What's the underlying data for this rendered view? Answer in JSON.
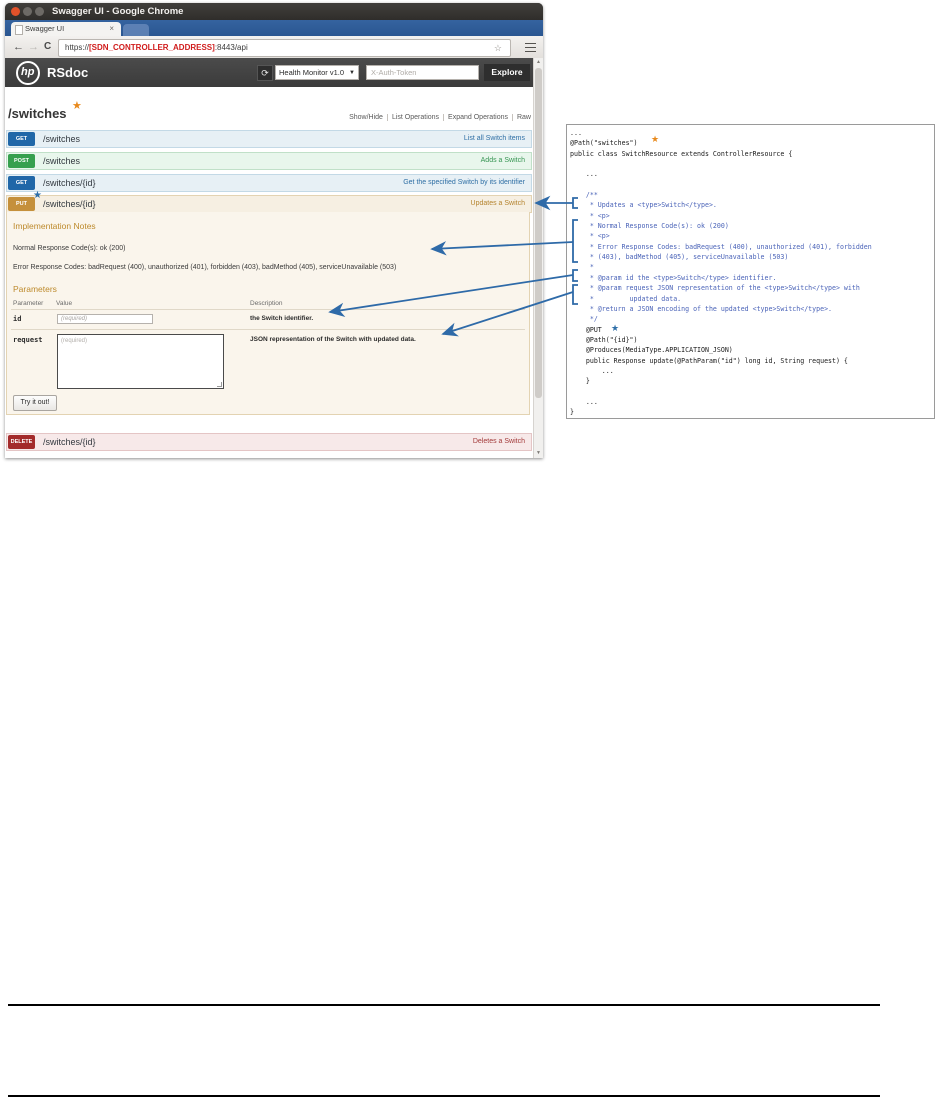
{
  "window": {
    "title": "Swagger UI - Google Chrome",
    "buttons": {
      "close": "close-button",
      "minimize": "minimize-button",
      "maximize": "maximize-button"
    }
  },
  "tab": {
    "label": "Swagger UI",
    "close": "×"
  },
  "toolbar": {
    "back": "←",
    "forward": "→",
    "reload": "C",
    "url_scheme": "https://",
    "url_host": "[SDN_CONTROLLER_ADDRESS]",
    "url_rest": ":8443/api",
    "bookmark": "☆",
    "menu": "menu-icon"
  },
  "app_header": {
    "logo_text": "hp",
    "title": "RSdoc",
    "reload_icon": "⟳",
    "api_select": "Health Monitor v1.0",
    "select_caret": "▼",
    "token_placeholder": "X-Auth-Token",
    "explore_label": "Explore"
  },
  "resource": {
    "title": "/switches",
    "links": [
      "Show/Hide",
      "List Operations",
      "Expand Operations",
      "Raw"
    ]
  },
  "operations": [
    {
      "method": "GET",
      "path": "/switches",
      "summary": "List all Switch items"
    },
    {
      "method": "POST",
      "path": "/switches",
      "summary": "Adds a Switch"
    },
    {
      "method": "GET",
      "path": "/switches/{id}",
      "summary": "Get the specified Switch by its identifier"
    },
    {
      "method": "PUT",
      "path": "/switches/{id}",
      "summary": "Updates a Switch"
    },
    {
      "method": "DELETE",
      "path": "/switches/{id}",
      "summary": "Deletes a Switch"
    }
  ],
  "put_detail": {
    "impl_notes_title": "Implementation Notes",
    "normal_response": "Normal Response Code(s): ok (200)",
    "error_response": "Error Response Codes: badRequest (400), unauthorized (401), forbidden (403), badMethod (405), serviceUnavailable (503)",
    "params_title": "Parameters",
    "columns": [
      "Parameter",
      "Value",
      "Description"
    ],
    "rows": [
      {
        "name": "id",
        "value_placeholder": "(required)",
        "description": "the Switch identifier."
      },
      {
        "name": "request",
        "value_placeholder": "(required)",
        "description": "JSON representation of the Switch with updated data."
      }
    ],
    "try_label": "Try it out!"
  },
  "code_panel": {
    "lines": [
      "...",
      "@Path(\"switches\")",
      "public class SwitchResource extends ControllerResource {",
      "",
      "    ...",
      "",
      "    /**",
      "     * Updates a <type>Switch</type>.",
      "     * <p>",
      "     * Normal Response Code(s): ok (200)",
      "     * <p>",
      "     * Error Response Codes: badRequest (400), unauthorized (401), forbidden",
      "     * (403), badMethod (405), serviceUnavailable (503)",
      "     *",
      "     * @param id the <type>Switch</type> identifier.",
      "     * @param request JSON representation of the <type>Switch</type> with",
      "     *         updated data.",
      "     * @return a JSON encoding of the updated <type>Switch</type>.",
      "     */",
      "    @PUT",
      "    @Path(\"{id}\")",
      "    @Produces(MediaType.APPLICATION_JSON)",
      "    public Response update(@PathParam(\"id\") long id, String request) {",
      "        ...",
      "    }",
      "",
      "    ...",
      "}"
    ]
  },
  "markers": {
    "star_resource": "★",
    "star_put": "★",
    "star_path_annotation": "★",
    "star_put_annotation": "★"
  },
  "colors": {
    "get": "#2067a8",
    "post": "#36a04e",
    "put": "#c5903b",
    "delete": "#a32b2b",
    "accent_orange": "#e8891c",
    "accent_blue": "#2f6fa8",
    "arrow": "#2e6aa8"
  }
}
